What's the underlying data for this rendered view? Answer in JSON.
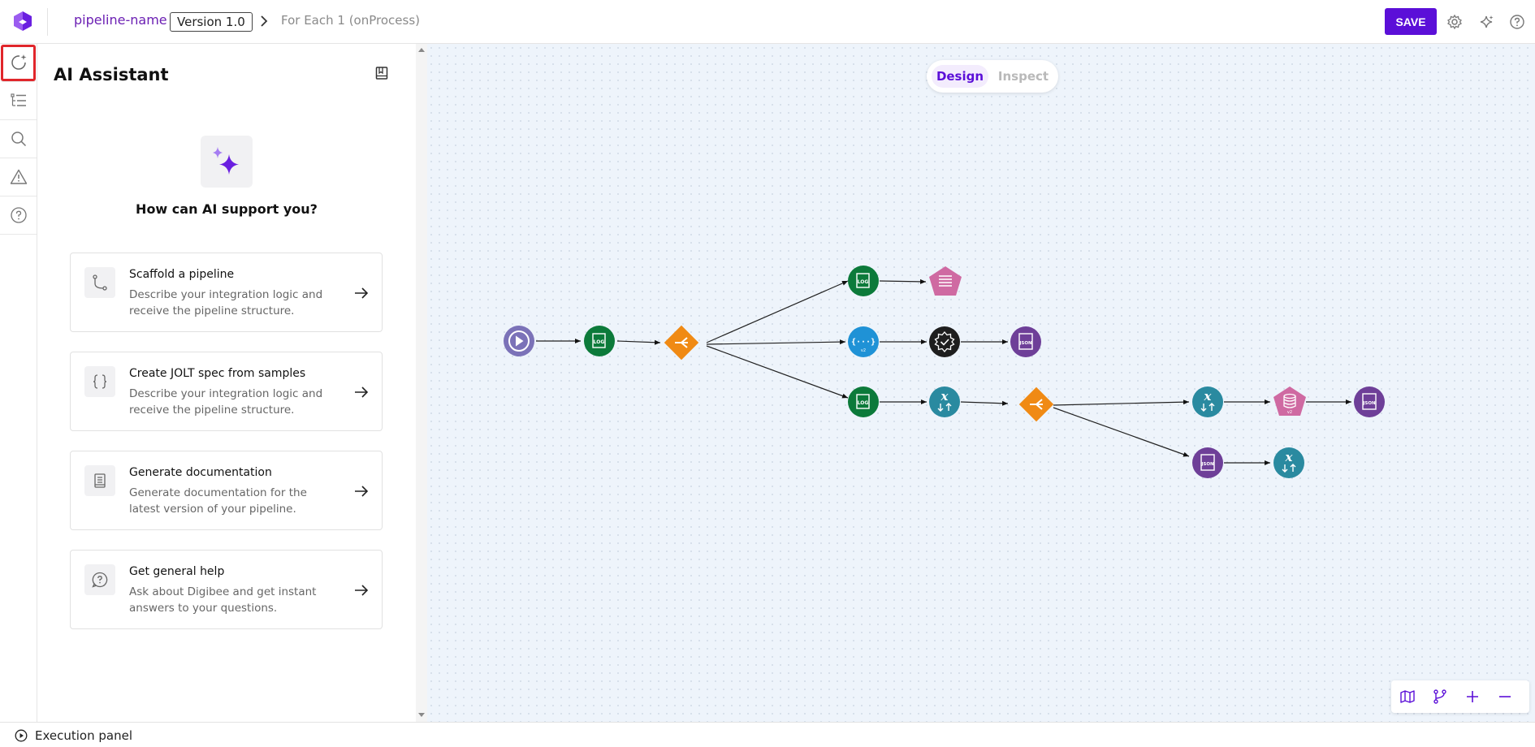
{
  "header": {
    "pipeline_name": "pipeline-name",
    "version": "Version 1.0",
    "breadcrumb_current": "For Each 1 (onProcess)",
    "save_label": "SAVE"
  },
  "colors": {
    "brand": "#5b0fd8",
    "log_node": "#0c7a3a",
    "choice_node": "#f08a14",
    "transformer_node": "#2a8aa0",
    "json_node": "#6e3f98",
    "mock_node": "#1f92d6",
    "db_node": "#cf6aa2"
  },
  "rail": {
    "items": [
      {
        "name": "ai-assistant",
        "icon": "sparkle-clock-icon",
        "active": true
      },
      {
        "name": "step-list",
        "icon": "tree-list-icon"
      },
      {
        "name": "search",
        "icon": "search-icon"
      },
      {
        "name": "warnings",
        "icon": "warning-icon"
      },
      {
        "name": "help",
        "icon": "help-icon"
      }
    ]
  },
  "ai_panel": {
    "title": "AI Assistant",
    "prompt": "How can AI support you?",
    "cards": [
      {
        "title": "Scaffold a pipeline",
        "desc": "Describe your integration logic and receive the pipeline structure.",
        "icon": "branch-icon"
      },
      {
        "title": "Create JOLT spec from samples",
        "desc": "Describe your integration logic and receive the pipeline structure.",
        "icon": "braces-icon"
      },
      {
        "title": "Generate documentation",
        "desc": "Generate documentation for the latest version of your pipeline.",
        "icon": "document-icon"
      },
      {
        "title": "Get general help",
        "desc": "Ask about Digibee and get instant answers to your questions.",
        "icon": "chat-help-icon"
      }
    ]
  },
  "canvas": {
    "mode_design": "Design",
    "mode_inspect": "Inspect",
    "active_mode": "Design"
  },
  "footer": {
    "execution_panel": "Execution panel"
  }
}
